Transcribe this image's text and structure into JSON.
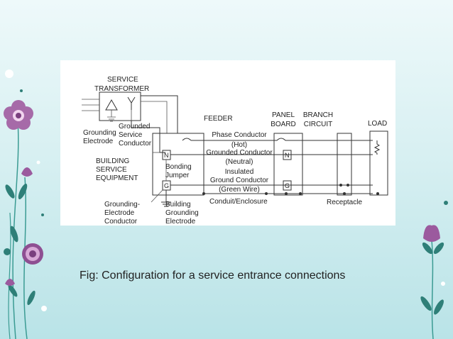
{
  "diagram": {
    "service_transformer": [
      "SERVICE",
      "TRANSFORMER"
    ],
    "grounding_electrode": [
      "Grounding",
      "Electrode"
    ],
    "grounded_service_conductor": [
      "Grounded",
      "Service",
      "Conductor"
    ],
    "building_service_equipment": [
      "BUILDING",
      "SERVICE",
      "EQUIPMENT"
    ],
    "feeder": "FEEDER",
    "panel_board": [
      "PANEL",
      "BOARD"
    ],
    "branch_circuit": [
      "BRANCH",
      "CIRCUIT"
    ],
    "load": "LOAD",
    "phase_conductor": [
      "Phase Conductor",
      "(Hot)"
    ],
    "grounded_conductor": [
      "Grounded Conductor",
      "(Neutral)"
    ],
    "insulated_ground": [
      "Insulated",
      "Ground Conductor",
      "(Green Wire)"
    ],
    "bonding_jumper": [
      "Bonding",
      "Jumper"
    ],
    "terminal_n": "N",
    "terminal_g": "G",
    "grounding_electrode_conductor": [
      "Grounding-",
      "Electrode",
      "Conductor"
    ],
    "building_grounding_electrode": [
      "Building",
      "Grounding",
      "Electrode"
    ],
    "conduit_enclosure": "Conduit/Enclosure",
    "receptacle": "Receptacle"
  },
  "caption": "Fig: Configuration for a service entrance connections",
  "colors": {
    "background_top": "#eef9fa",
    "background_bottom": "#b9e3e7",
    "flower_purple": "#9b5a9e",
    "stem_teal": "#2e8b82"
  }
}
